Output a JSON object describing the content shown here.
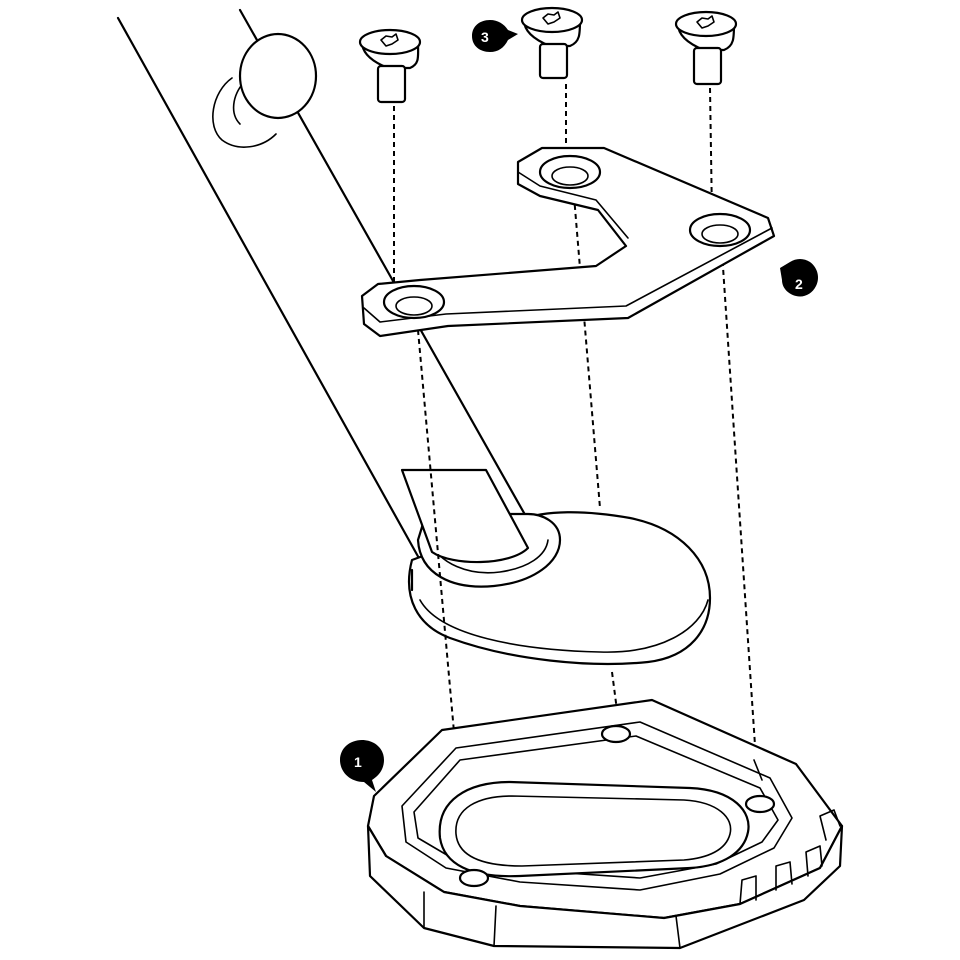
{
  "callouts": {
    "base_plate": "1",
    "bracket": "2",
    "screws": "3"
  }
}
